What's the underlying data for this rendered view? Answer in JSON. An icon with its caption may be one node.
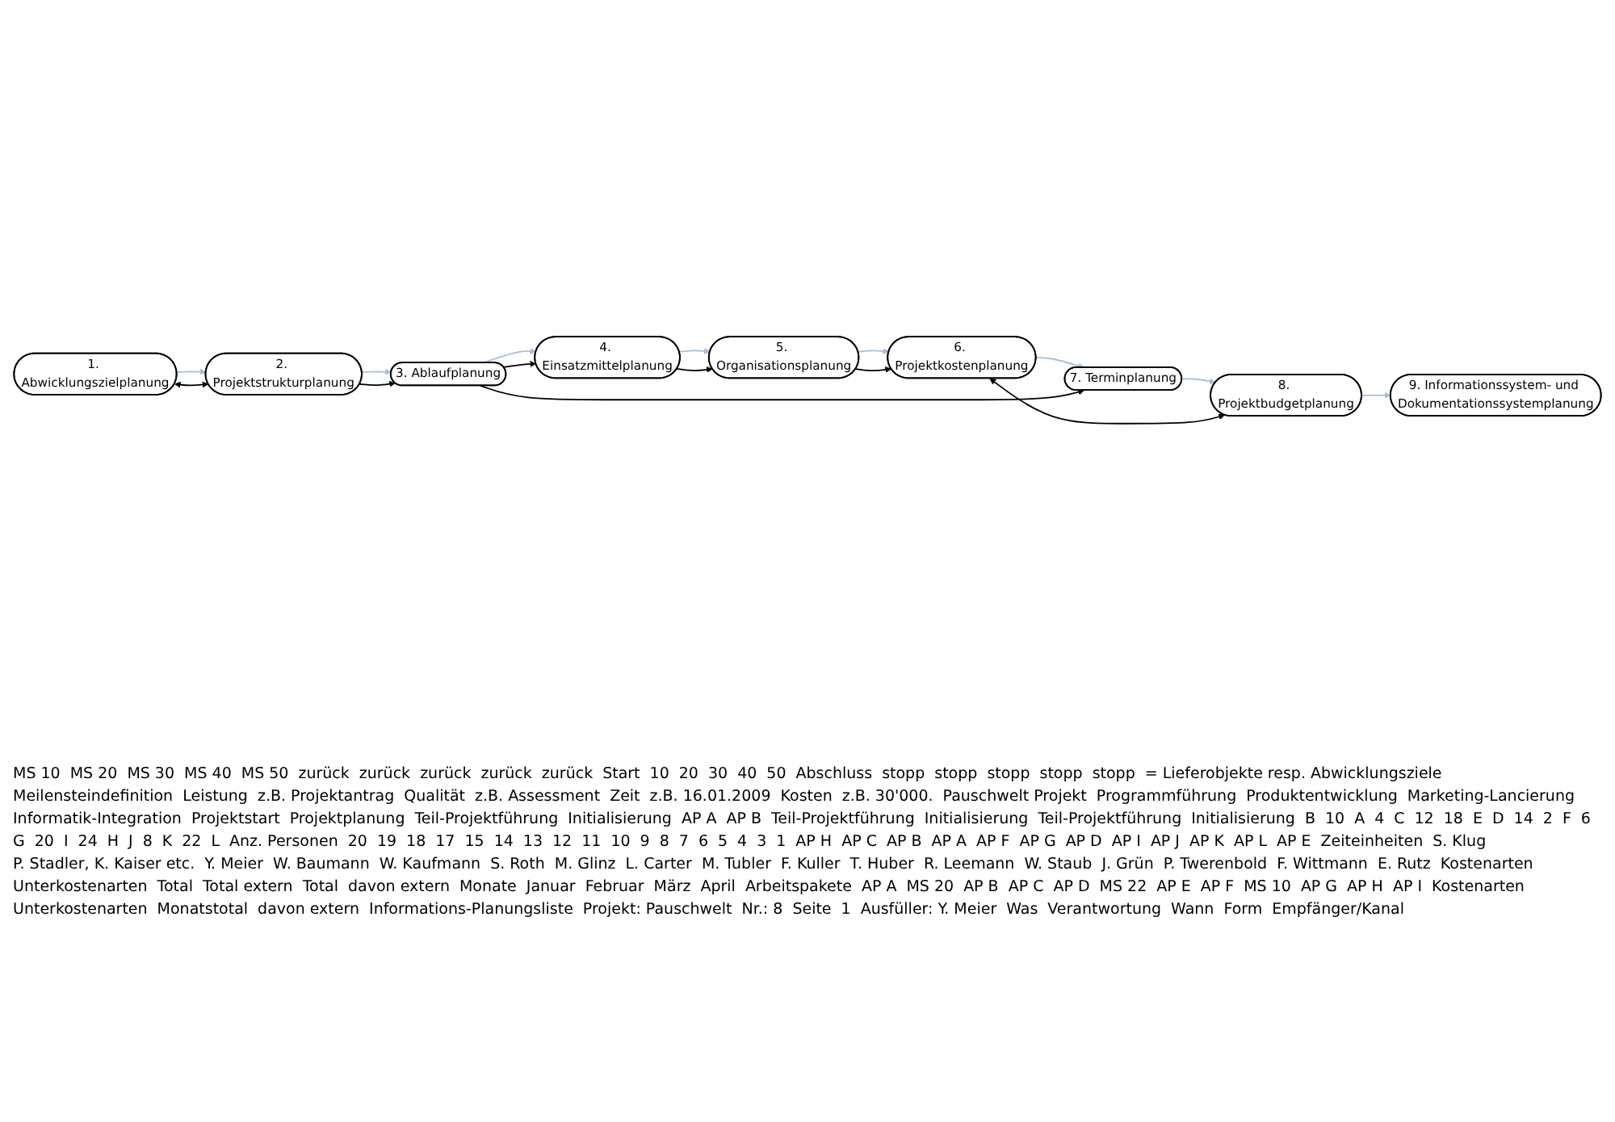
{
  "diagram": {
    "nodes": [
      {
        "text": [
          "1. Abwicklungszielplanung"
        ]
      },
      {
        "text": [
          "2. Projektstrukturplanung"
        ]
      },
      {
        "text": [
          "3. Ablaufplanung"
        ]
      },
      {
        "text": [
          "4. Einsatzmittelplanung"
        ]
      },
      {
        "text": [
          "5. Organisationsplanung"
        ]
      },
      {
        "text": [
          "6. Projektkostenplanung"
        ]
      },
      {
        "text": [
          "7. Terminplanung"
        ]
      },
      {
        "text": [
          "8. Projektbudgetplanung"
        ]
      },
      {
        "text": [
          "9. Informationssystem- und Dokumentationssystemplanung"
        ]
      }
    ],
    "edges": [
      {
        "from": 0,
        "to": 1,
        "arrow": "to",
        "color": "#a7bde0"
      },
      {
        "from": 1,
        "to": 2,
        "arrow": "to",
        "color": "#a7bde0"
      },
      {
        "from": 2,
        "to": 3,
        "arrow": "to",
        "color": "#a7bde0"
      },
      {
        "from": 3,
        "to": 4,
        "arrow": "to",
        "color": "#a7bde0"
      },
      {
        "from": 4,
        "to": 5,
        "arrow": "to",
        "color": "#a7bde0"
      },
      {
        "from": 5,
        "to": 6,
        "arrow": "to",
        "color": "#a7bde0"
      },
      {
        "from": 6,
        "to": 7,
        "arrow": "to",
        "color": "#a7bde0"
      },
      {
        "from": 7,
        "to": 8,
        "arrow": "to",
        "color": "#a7bde0"
      },
      {
        "from": 0,
        "to": 1,
        "arrow": "both",
        "color": "#000000"
      },
      {
        "from": 1,
        "to": 2,
        "arrow": "to",
        "color": "#000000"
      },
      {
        "from": 2,
        "to": 3,
        "arrow": "to",
        "color": "#000000"
      },
      {
        "from": 3,
        "to": 4,
        "arrow": "to",
        "color": "#000000"
      },
      {
        "from": 4,
        "to": 5,
        "arrow": "to",
        "color": "#000000"
      },
      {
        "from": 5,
        "to": 7,
        "arrow": "both",
        "color": "#000000"
      },
      {
        "from": 2,
        "to": 6,
        "arrow": "to",
        "color": "#000000"
      }
    ],
    "labels": [
      "MS 10",
      "MS 20",
      "MS 30",
      "MS 40",
      "MS 50",
      "zurück",
      "zurück",
      "zurück",
      "zurück",
      "zurück",
      "Start",
      "10",
      "20",
      "30",
      "40",
      "50",
      "Abschluss",
      "stopp",
      "stopp",
      "stopp",
      "stopp",
      "stopp",
      "= Lieferobjekte resp. Abwicklungsziele",
      "Meilensteindefinition",
      "Leistung",
      "z.B. Projektantrag",
      "Qualität",
      "z.B. Assessment",
      "Zeit",
      "z.B. 16.01.2009",
      "Kosten",
      "z.B. 30'000.",
      "Pauschwelt Projekt",
      "Programmführung",
      "Produktentwicklung",
      "Marketing-Lancierung",
      "Informatik-Integration",
      "Projektstart",
      "Projektplanung",
      "Teil-Projektführung",
      "Initialisierung",
      "AP A",
      "AP B",
      "Teil-Projektführung",
      "Initialisierung",
      "Teil-Projektführung",
      "Initialisierung",
      "B",
      "10",
      "A",
      "4",
      "C",
      "12",
      "18",
      "E",
      "D",
      "14",
      "2",
      "F",
      "6",
      "G",
      "20",
      "I",
      "24",
      "H",
      "J",
      "8",
      "K",
      "22",
      "L",
      "Anz. Personen",
      "20",
      "19",
      "18",
      "17",
      "15",
      "14",
      "13",
      "12",
      "11",
      "10",
      "9",
      "8",
      "7",
      "6",
      "5",
      "4",
      "3",
      "1",
      "AP H",
      "AP C",
      "AP B",
      "AP A",
      "AP F",
      "AP G",
      "AP D",
      "AP I",
      "AP J",
      "AP K",
      "AP L",
      "AP E",
      "Zeiteinheiten",
      "S. Klug",
      "P. Stadler, K. Kaiser etc.",
      "Y. Meier",
      "W. Baumann",
      "W. Kaufmann",
      "S. Roth",
      "M. Glinz",
      "L. Carter",
      "M. Tubler",
      "F. Kuller",
      "T. Huber",
      "R. Leemann",
      "W. Staub",
      "J. Grün",
      "P. Twerenbold",
      "F. Wittmann",
      "E. Rutz",
      "Kostenarten",
      "Unterkostenarten",
      "Total",
      "Total extern",
      "Total",
      "davon extern",
      "Monate",
      "Januar",
      "Februar",
      "März",
      "April",
      "Arbeitspakete",
      "AP A",
      "MS 20",
      "AP B",
      "AP C",
      "AP D",
      "MS 22",
      "AP E",
      "AP F",
      "MS 10",
      "AP G",
      "AP H",
      "AP I",
      "Kostenarten",
      "Unterkostenarten",
      "Monatstotal",
      "davon extern",
      "Informations-Planungsliste",
      "Projekt: Pauschwelt",
      "Nr.: 8",
      "Seite",
      "1",
      "Ausfüller: Y. Meier",
      "Was",
      "Verantwortung",
      "Wann",
      "Form",
      "Empfänger/Kanal"
    ]
  }
}
